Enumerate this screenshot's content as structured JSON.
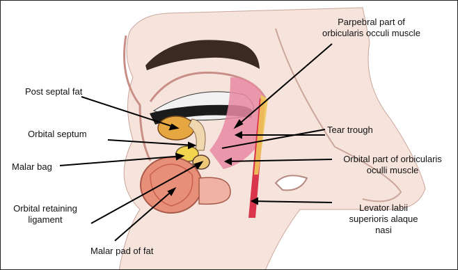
{
  "labels": {
    "parpebral_part": "Parpebral part of\norbicularis occuli muscle",
    "post_septal_fat": "Post septal fat",
    "tear_trough": "Tear trough",
    "orbital_septum": "Orbital septum",
    "malar_bag": "Malar bag",
    "orbital_part": "Orbital part of orbicularis\noculli muscle",
    "orbital_retaining_ligament": "Orbital retaining\nligament",
    "levator_labii": "Levator labii\nsuperioris alaque\nnasi",
    "malar_pad": "Malar pad of fat"
  },
  "colors": {
    "skin": "#f3dcd2",
    "eyebrow": "#3a2a22",
    "eyelashes": "#1c1c1c",
    "orbicularis_muscle": "#e889a3",
    "levator_muscle": "#d9364e",
    "fat": "#e6a640",
    "malar_pad_fat": "#e78f78"
  }
}
